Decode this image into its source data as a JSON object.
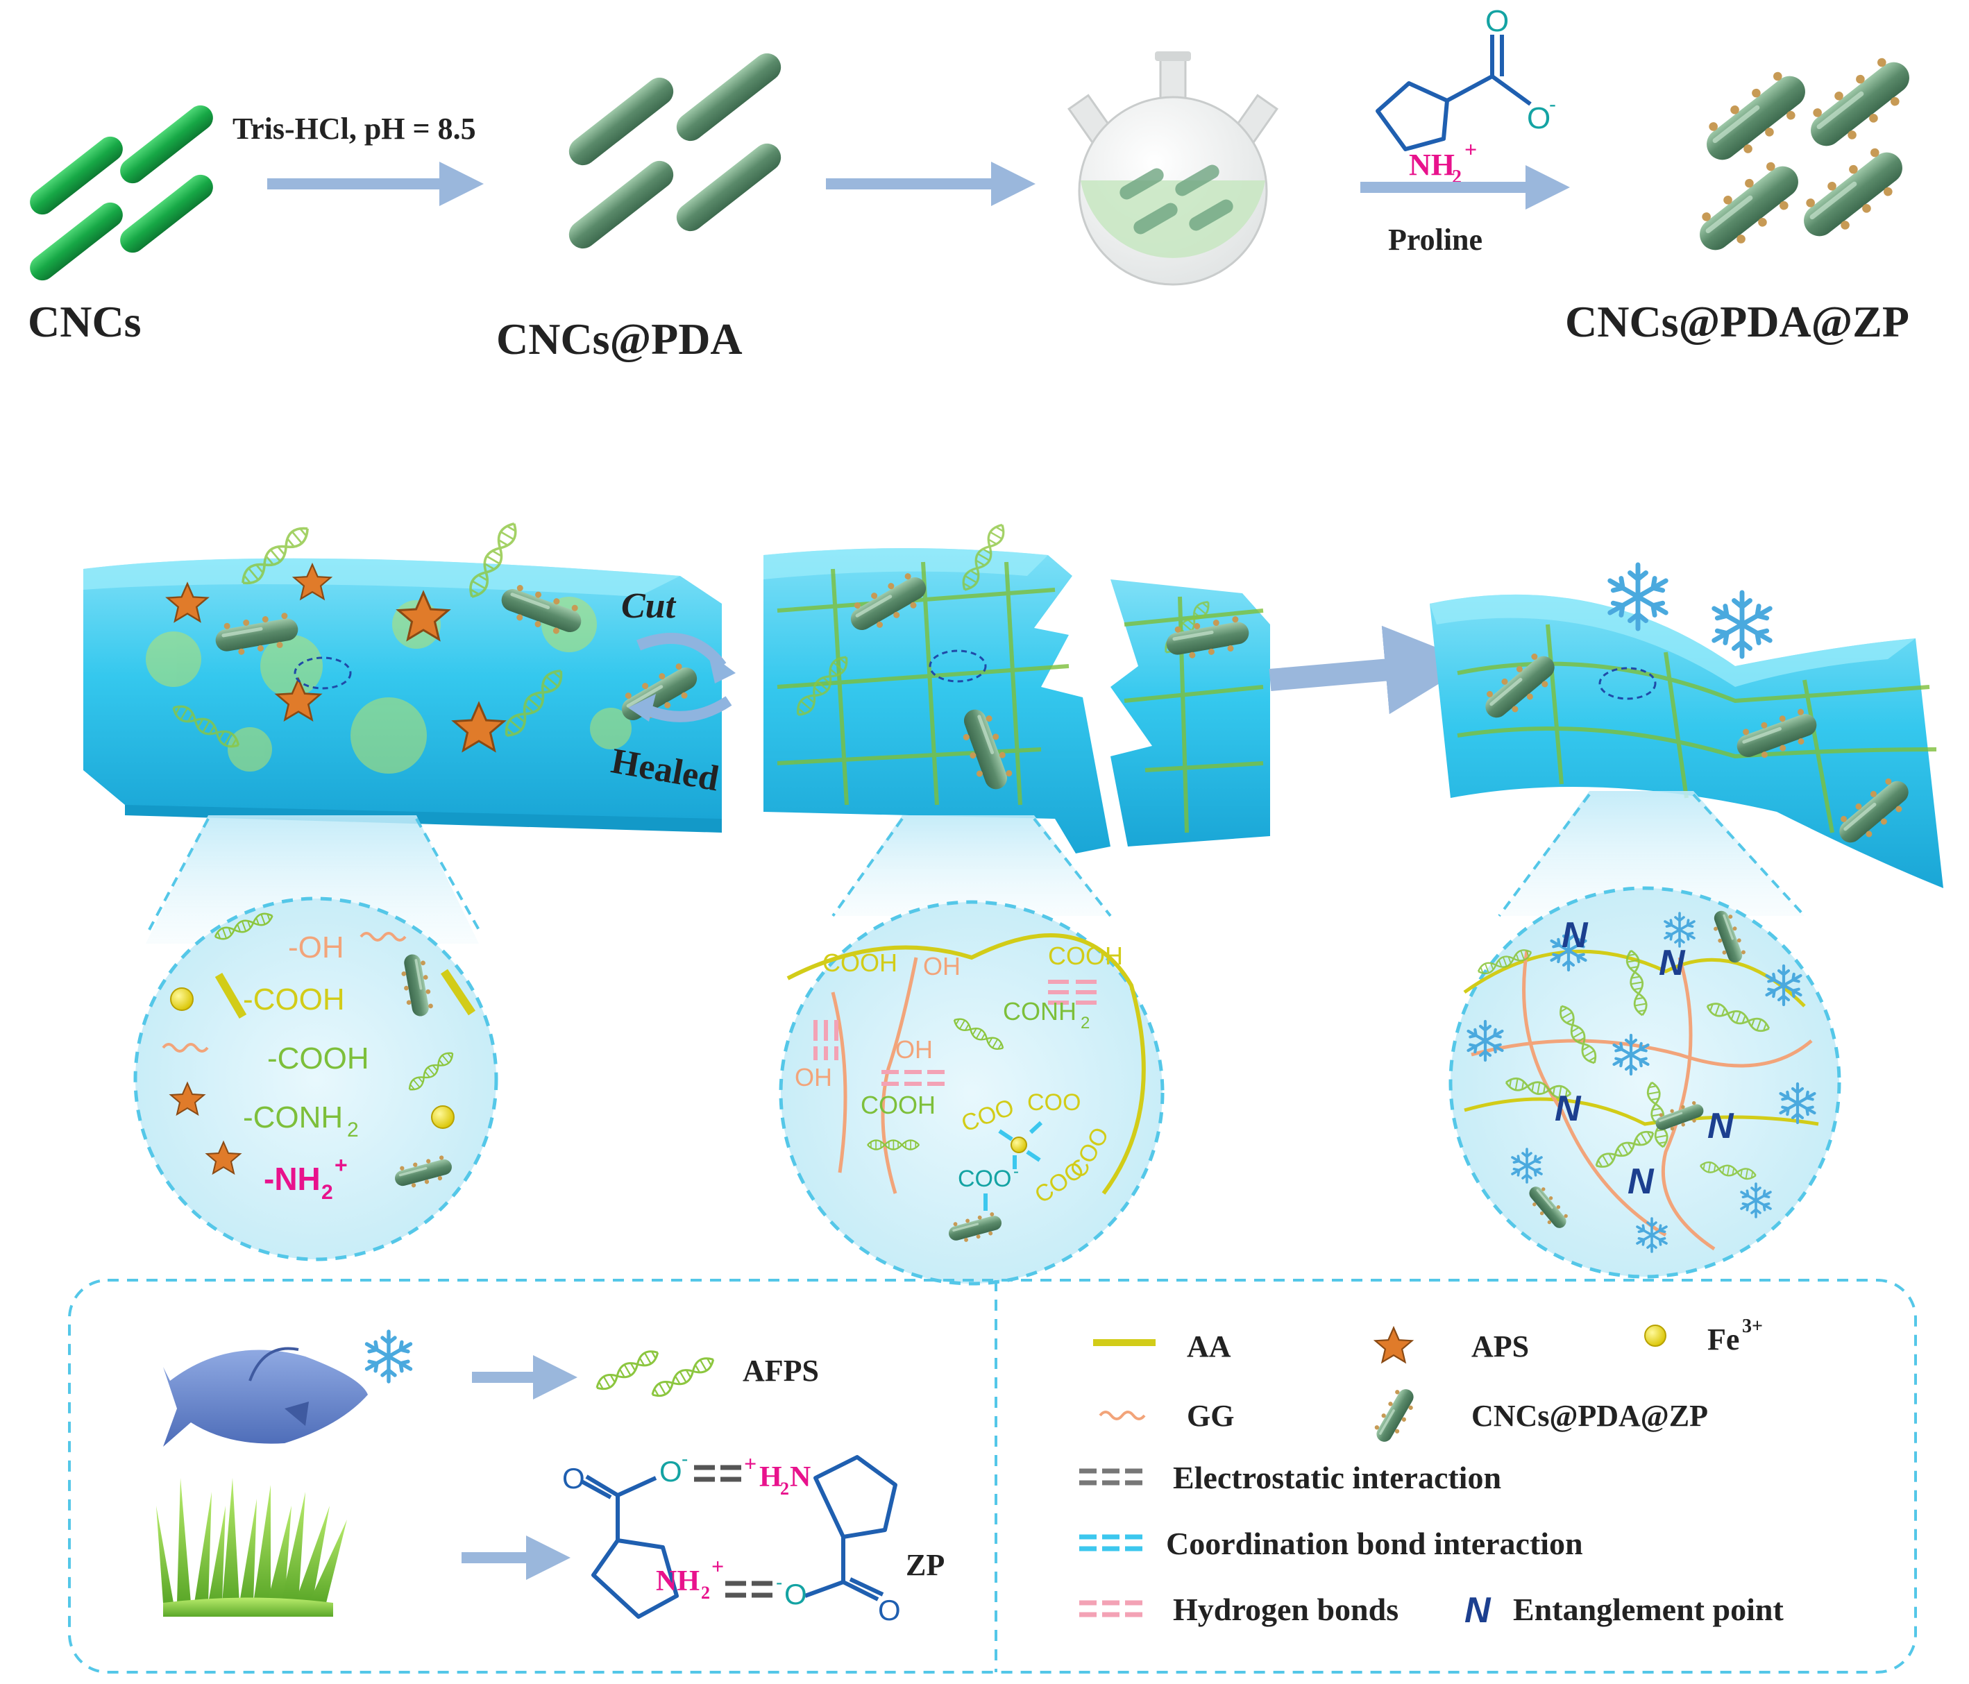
{
  "colors": {
    "cnc_green": "#17a846",
    "pda_green": "#5a8a6a",
    "arrow_blue": "#9ab7dc",
    "hydrogel_blue": "#35c8ee",
    "hydrogel_dark": "#1aa6d6",
    "aa_yellow": "#d2cc18",
    "gg_orange": "#f2a47a",
    "afp_green": "#8cc63f",
    "nh2_pink": "#e8128c",
    "dash_cyan": "#54c7e8",
    "proline_blue": "#1f5fb0",
    "entangle_navy": "#1c3f8f"
  },
  "top": {
    "cncs_label": "CNCs",
    "step1_label": "Tris-HCl, pH = 8.5",
    "cncs_pda_label": "CNCs@PDA",
    "proline_label": "Proline",
    "cncs_pda_zp_label": "CNCs@PDA@ZP",
    "proline_structure": {
      "o_top": "O",
      "o_minus": "O",
      "o_minus_sup": "-",
      "nh2": "NH",
      "nh2_sub": "2",
      "nh2_sup": "+"
    }
  },
  "middle": {
    "cut_label": "Cut",
    "healed_label": "Healed"
  },
  "circle1": {
    "oh": "-OH",
    "cooh_yellow": "-COOH",
    "cooh_green": "-COOH",
    "conh2": "-CONH",
    "conh2_sub": "2",
    "nh2": "-NH",
    "nh2_sub": "2",
    "nh2_sup": "+"
  },
  "circle2": {
    "cooh1": "COOH",
    "oh1": "OH",
    "cooh2": "COOH",
    "conh2": "CONH",
    "conh2_sub": "2",
    "oh2": "OH",
    "oh3": "OH",
    "cooh3": "COOH",
    "coo_a": "COO",
    "coo_b": "COO",
    "coo_c": "COO",
    "coo_d": "COO",
    "coo_e": "COO",
    "minus": "-"
  },
  "circle3": {
    "entangle_symbol": "N"
  },
  "legend": {
    "afps": "AFPS",
    "zp": "ZP",
    "zp_structure": {
      "o_minus": "O",
      "minus": "-",
      "plus_h2n": "H",
      "plus": "+",
      "h2_sub": "2",
      "n": "N",
      "nh2": "NH",
      "nh2_sub": "2",
      "o2": "O",
      "o3": "O",
      "o4": "O"
    },
    "aa": "AA",
    "aps": "APS",
    "fe": "Fe",
    "fe_sup": "3+",
    "gg": "GG",
    "cncs_pda_zp": "CNCs@PDA@ZP",
    "electrostatic": "Electrostatic interaction",
    "coordination": "Coordination bond interaction",
    "hydrogen": "Hydrogen bonds",
    "entanglement": "Entanglement point",
    "entangle_symbol": "N"
  }
}
